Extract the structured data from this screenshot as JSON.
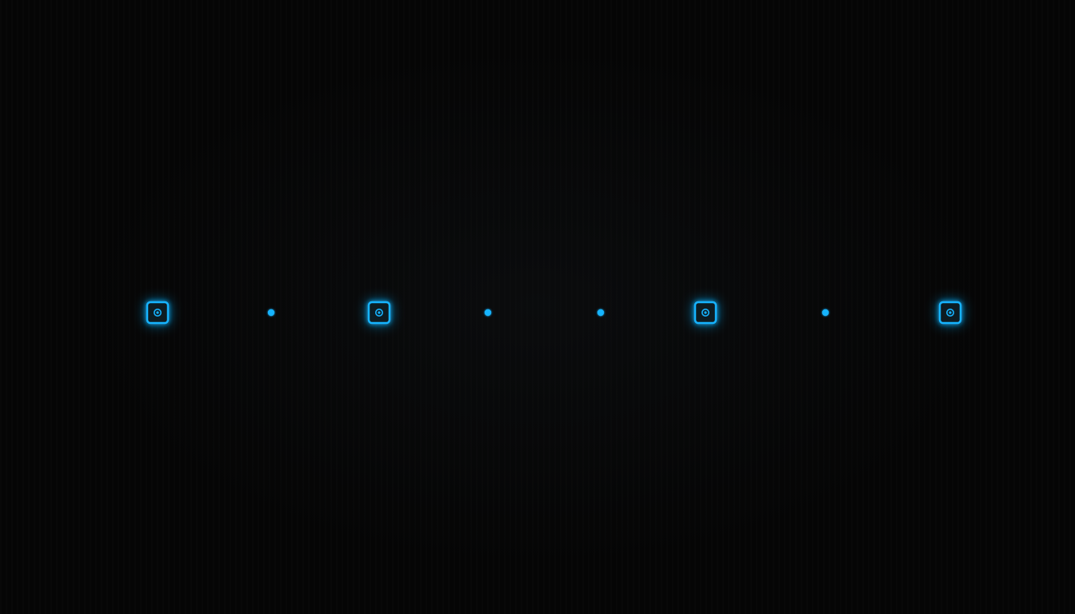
{
  "colors": {
    "background": "#050505",
    "line": "#3fa9d8",
    "glow": "#18b4ff",
    "node_inner": "#0a1a24"
  },
  "timeline": {
    "orientation": "horizontal",
    "milestones": [
      {
        "kind": "square-node",
        "icon": "square-node-icon"
      },
      {
        "kind": "dot"
      },
      {
        "kind": "square-node",
        "icon": "square-node-icon"
      },
      {
        "kind": "dot"
      },
      {
        "kind": "dot"
      },
      {
        "kind": "square-node",
        "icon": "square-node-icon"
      },
      {
        "kind": "dot"
      },
      {
        "kind": "square-node",
        "icon": "square-node-icon"
      }
    ]
  }
}
